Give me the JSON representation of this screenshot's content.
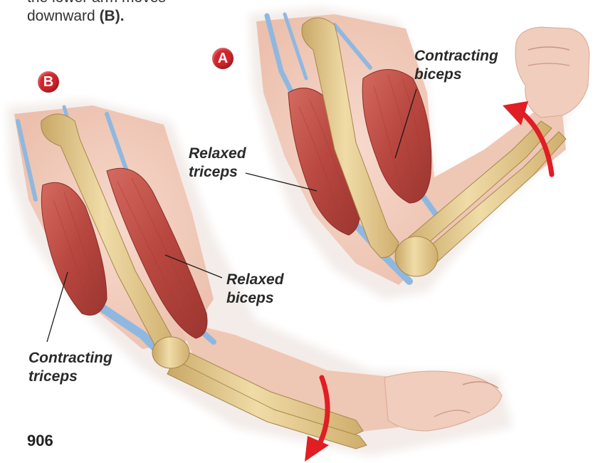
{
  "caption": {
    "line1": "the lower arm moves",
    "line2_prefix": "downward ",
    "line2_bold": "(B)."
  },
  "badges": {
    "a": "A",
    "b": "B"
  },
  "labels": {
    "a_contracting_biceps": [
      "Contracting",
      "biceps"
    ],
    "a_relaxed_triceps": [
      "Relaxed",
      "triceps"
    ],
    "b_relaxed_biceps": [
      "Relaxed",
      "biceps"
    ],
    "b_contracting_triceps": [
      "Contracting",
      "triceps"
    ]
  },
  "page_number": "906",
  "colors": {
    "badge": "#d2232a",
    "arrow": "#e01e24",
    "muscle": "#c0504a",
    "bone": "#e8cf94",
    "tendon": "#8fb8e0",
    "skin": "#f2d2c4"
  }
}
